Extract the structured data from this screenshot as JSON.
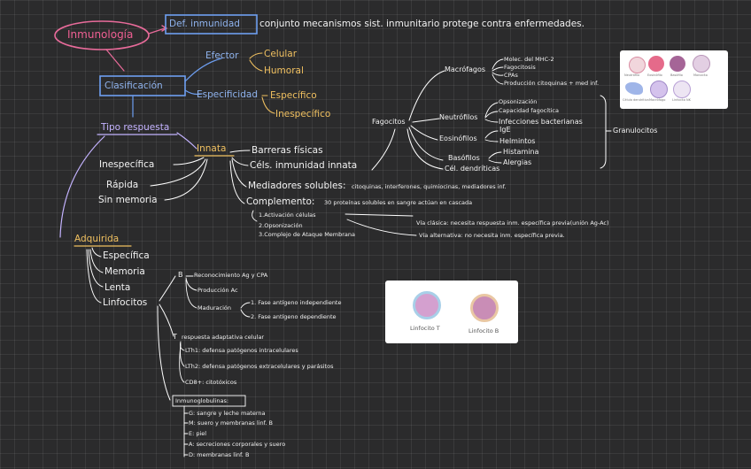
{
  "title": "Inmunología",
  "def": {
    "label": "Def. inmunidad",
    "text": "conjunto mecanismos sist. inmunitario protege contra enfermedades."
  },
  "clasificacion": {
    "label": "Clasificación",
    "efector": {
      "label": "Efector",
      "items": [
        "Celular",
        "Humoral"
      ]
    },
    "especificidad": {
      "label": "Especificidad",
      "items": [
        "Específico",
        "Inespecífico"
      ]
    }
  },
  "tipo_respuesta": "Tipo respuesta",
  "innata": {
    "label": "Innata",
    "traits": [
      "Inespecífica",
      "Rápida",
      "Sin memoria"
    ],
    "items": [
      "Barreras físicas",
      "Céls. inmunidad innata",
      "Mediadores solubles:",
      "Complemento:"
    ],
    "mediadores_text": "citoquinas, interferones, quimiocinas, mediadores inf.",
    "complemento_text": "30 proteínas solubles en sangre actúan en cascada",
    "complemento_funciones": [
      "1.Activación células",
      "2.Opsonización",
      "3.Complejo de Ataque Membrana"
    ],
    "vias": [
      "Vía clásica: necesita respuesta inm. específica previa(unión Ag-Ac)",
      "Vía alternativa: no necesita inm. específica previa."
    ]
  },
  "fagocitos": {
    "label": "Fagocitos",
    "macrofagos": {
      "label": "Macrófagos",
      "items": [
        "Molec. del MHC-2",
        "Fagocitosis",
        "CPAs",
        "Producción citoquinas + med inf."
      ]
    },
    "neutrofilos": {
      "label": "Neutrófilos",
      "items": [
        "Opsonización",
        "Capacidad fagocítica",
        "Infecciones bacterianas"
      ]
    },
    "eosinofilos": {
      "label": "Eosinófilos",
      "items": [
        "IgE",
        "Helmintos"
      ]
    },
    "basofilos": {
      "label": "Basófilos",
      "items": [
        "Histamina",
        "Alergias"
      ]
    },
    "celulas_dendriticas": "Cél. dendríticas",
    "granulocitos": "Granulocitos"
  },
  "adquirida": {
    "label": "Adquirida",
    "traits": [
      "Específica",
      "Memoria",
      "Lenta",
      "Linfocitos"
    ],
    "b": {
      "label": "B",
      "items": [
        "Reconocimiento Ag y CPA",
        "Producción Ac",
        "Maduración"
      ],
      "maduracion": [
        "1. Fase antígeno independiente",
        "2. Fase antígeno dependiente"
      ]
    },
    "t": {
      "label": "T",
      "header": "respuesta adaptativa celular",
      "items": [
        "LTh1: defensa patógenos intracelulares",
        "LTh2: defensa patógenos extracelulares y parásitos",
        "CD8+: citotóxicos"
      ]
    },
    "inmunoglobulinas": {
      "label": "Inmunoglobulinas:",
      "items": [
        "G: sangre y leche materna",
        "M: suero y membranas linf. B",
        "E: piel",
        "A: secreciones corporales y suero",
        "D: membranas linf. B"
      ]
    }
  },
  "cells_card": {
    "labels": [
      "Neutrófilo",
      "Eosinófilo",
      "Basófilo",
      "Monocito",
      "Célula dendrítica",
      "Macrófago",
      "Linfocito NK"
    ]
  },
  "linfocitos_card": {
    "labels": [
      "Linfocito T",
      "Linfocito B"
    ]
  }
}
